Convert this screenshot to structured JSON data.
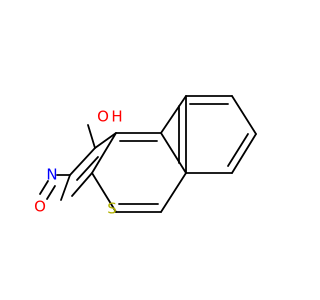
{
  "molecule": {
    "atoms": {
      "hydroxyl": {
        "label": "O",
        "color": "#ff0000"
      },
      "hydroxyl_h": {
        "label": "H",
        "color": "#ff0000"
      },
      "nitroso_n": {
        "label": "N",
        "color": "#0000ff"
      },
      "nitroso_o": {
        "label": "O",
        "color": "#ff0000"
      },
      "sulfur": {
        "label": "S",
        "color": "#b2b200"
      }
    },
    "bond_color": "#000000"
  }
}
